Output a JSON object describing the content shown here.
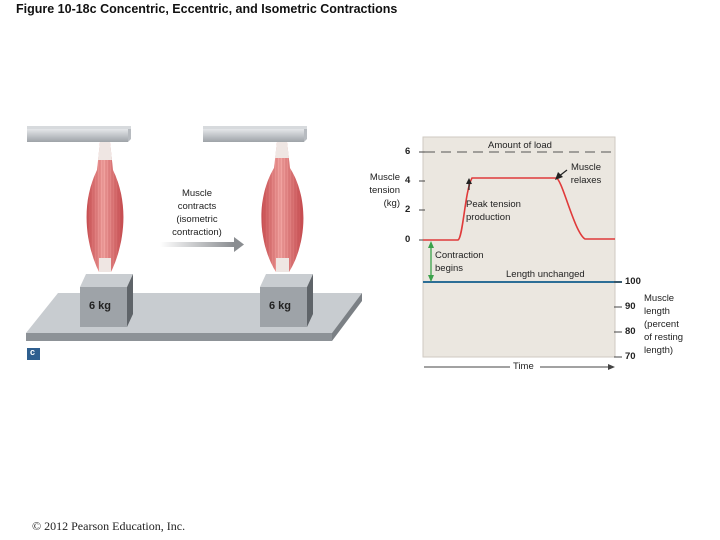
{
  "figure_title": "Figure 10-18c  Concentric, Eccentric, and Isometric Contractions",
  "left_panel": {
    "weight_left": "6 kg",
    "weight_right": "6 kg",
    "arrow_caption": [
      "Muscle",
      "contracts",
      "(isometric",
      "contraction)"
    ],
    "panel_label": "c"
  },
  "graph": {
    "load_label": "Amount of load",
    "tension_axis_title": [
      "Muscle",
      "tension",
      "(kg)"
    ],
    "tension_ticks": [
      "6",
      "4",
      "2",
      "0"
    ],
    "muscle_relaxes": [
      "Muscle",
      "relaxes"
    ],
    "peak_tension": [
      "Peak tension",
      "production"
    ],
    "contraction_begins": [
      "Contraction",
      "begins"
    ],
    "length_unchanged": "Length unchanged",
    "length_ticks": [
      "100",
      "90",
      "80",
      "70"
    ],
    "length_axis_title": [
      "Muscle",
      "length",
      "(percent",
      "of resting",
      "length)"
    ],
    "time_label": "Time",
    "colors": {
      "tension_curve": "#e03a3a",
      "length_line": "#2c6e96",
      "graph_bg": "#ebe7e0",
      "arrow": "#3aa14a"
    }
  },
  "copyright": "© 2012 Pearson Education, Inc."
}
